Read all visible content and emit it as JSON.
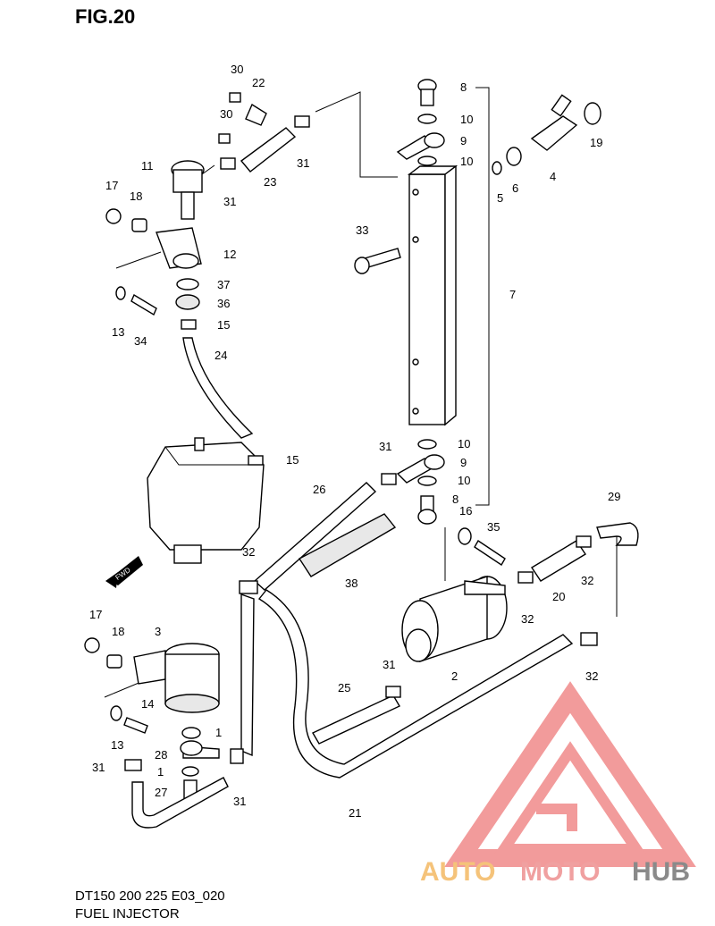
{
  "figure": {
    "title": "FIG.20",
    "model_line": "DT150 200 225 E03_020",
    "caption": "FUEL INJECTOR",
    "fwd_label": "FWD"
  },
  "watermark": {
    "text_auto": "AUTO",
    "text_moto": "MOTO",
    "text_hub": "HUB",
    "color_auto": "#f5c37a",
    "color_moto": "#f0a0a0",
    "color_hub": "#8a8a8a",
    "logo_color": "#f08a8a"
  },
  "callouts": [
    "30",
    "22",
    "30",
    "11",
    "31",
    "23",
    "31",
    "17",
    "18",
    "12",
    "37",
    "36",
    "13",
    "34",
    "15",
    "24",
    "15",
    "8",
    "10",
    "9",
    "10",
    "19",
    "4",
    "6",
    "5",
    "33",
    "7",
    "10",
    "9",
    "10",
    "8",
    "31",
    "26",
    "38",
    "16",
    "35",
    "29",
    "20",
    "32",
    "32",
    "32",
    "3",
    "17",
    "18",
    "14",
    "13",
    "1",
    "28",
    "1",
    "31",
    "27",
    "31",
    "31",
    "2",
    "25",
    "21",
    "32"
  ]
}
